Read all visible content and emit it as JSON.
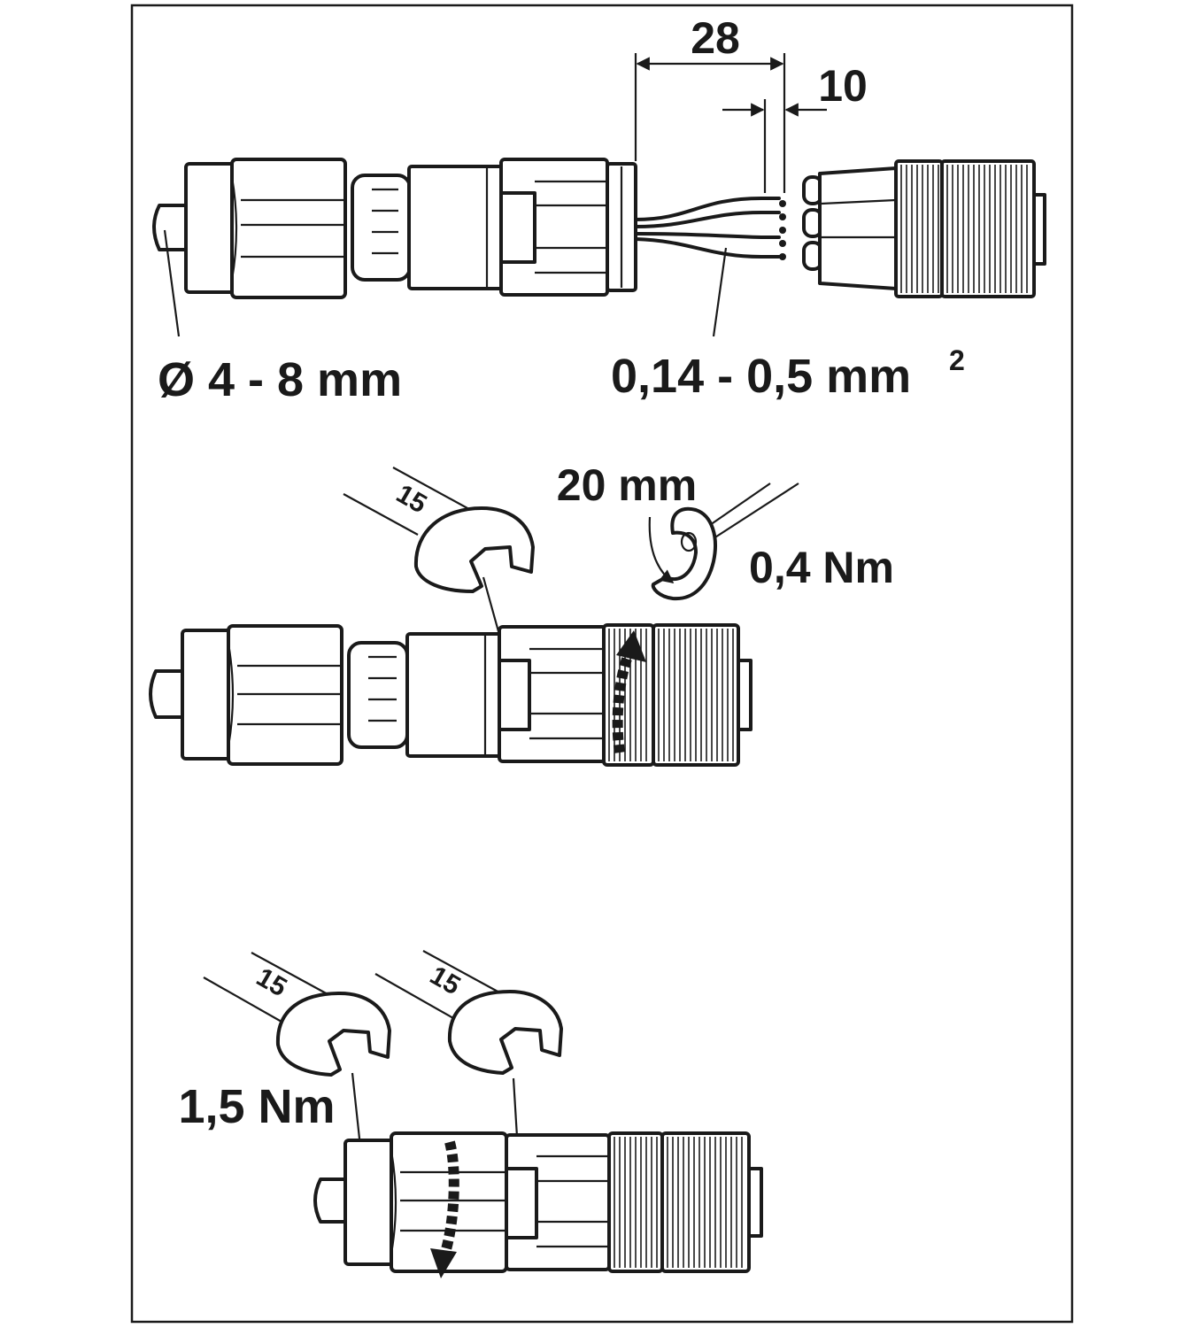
{
  "figure": {
    "step1": {
      "cable_diameter": "Ø 4 - 8 mm",
      "conductor_cross_section": "0,14 - 0,5 mm",
      "conductor_cross_section_sup": "2",
      "strip_length_jacket": "28",
      "strip_length_conductor": "10"
    },
    "step2": {
      "wrench_size": "15",
      "screw_length": "20 mm",
      "torque": "0,4 Nm"
    },
    "step3": {
      "wrench_size_left": "15",
      "wrench_size_right": "15",
      "torque": "1,5 Nm"
    }
  }
}
